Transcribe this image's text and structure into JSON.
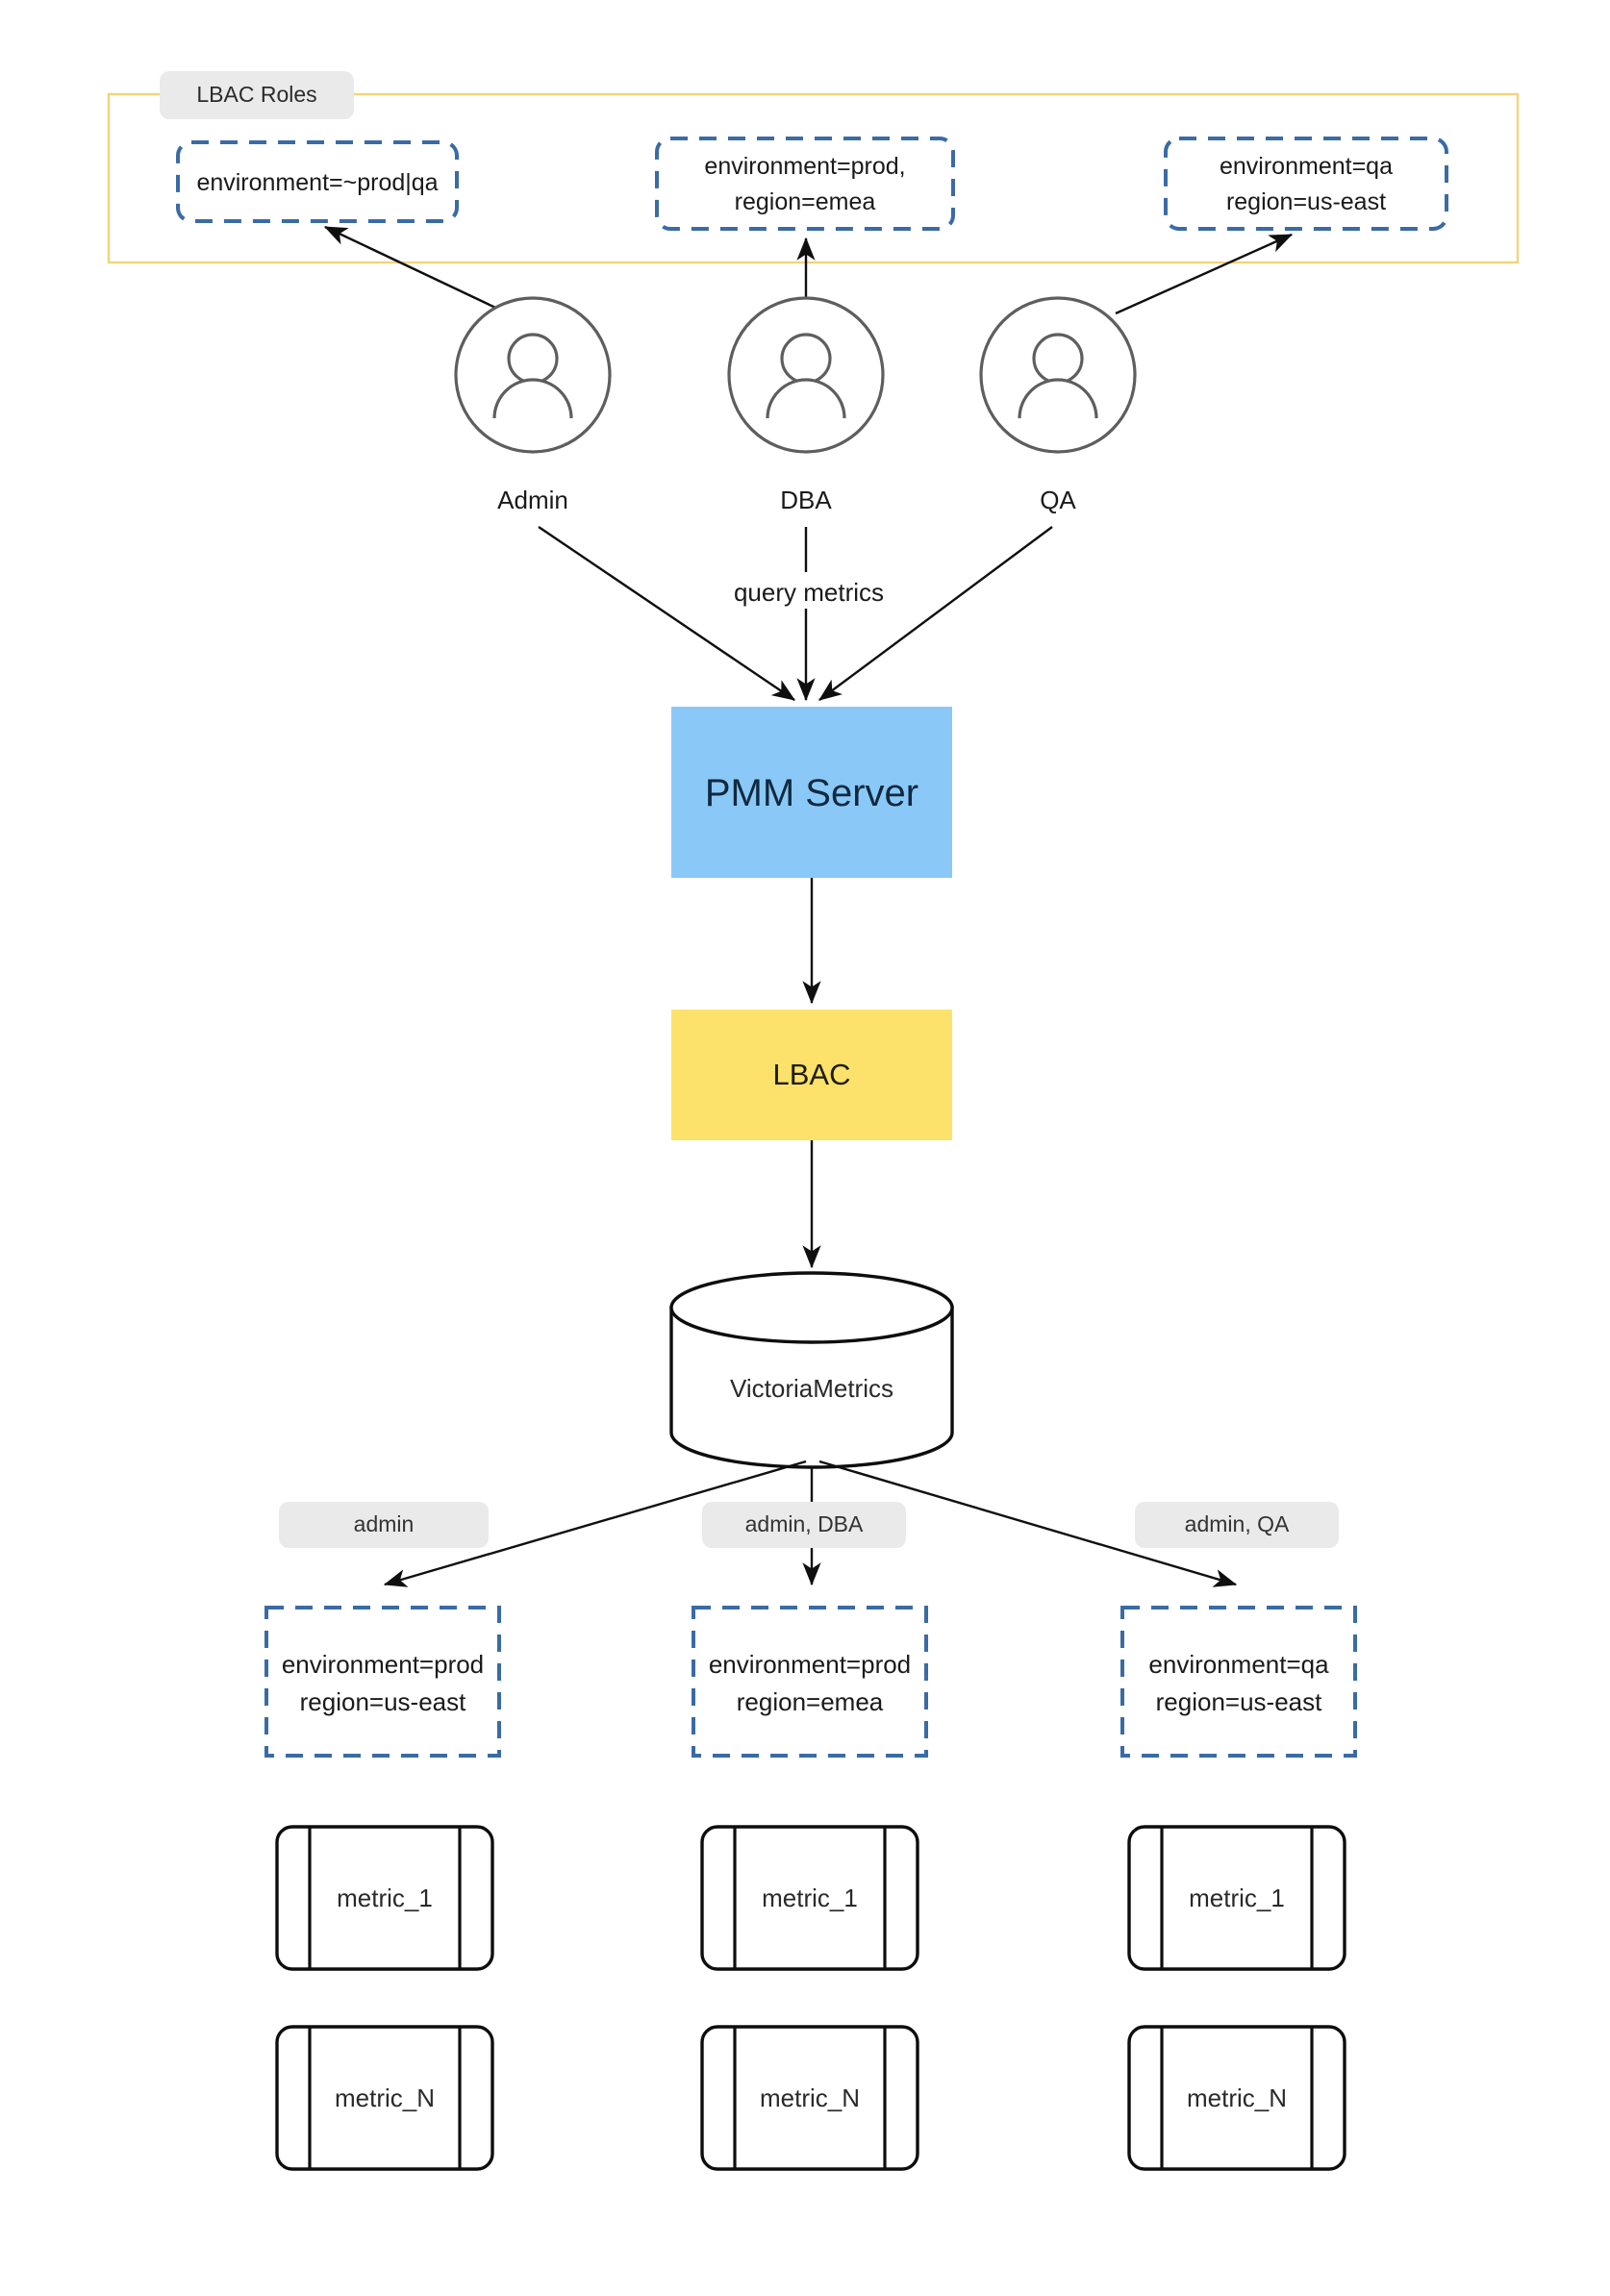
{
  "diagram": {
    "title_container": {
      "label": "LBAC Roles"
    },
    "roles": [
      {
        "name": "role-admin-filter",
        "line1": "environment=~prod|qa",
        "line2": ""
      },
      {
        "name": "role-dba-filter",
        "line1": "environment=prod,",
        "line2": "region=emea"
      },
      {
        "name": "role-qa-filter",
        "line1": "environment=qa",
        "line2": "region=us-east"
      }
    ],
    "actors": [
      {
        "label": "Admin"
      },
      {
        "label": "DBA"
      },
      {
        "label": "QA"
      }
    ],
    "edges": {
      "query_metrics": "query metrics"
    },
    "server": {
      "label": "PMM Server",
      "fill": "#8ac9f7"
    },
    "lbac": {
      "label": "LBAC",
      "fill": "#fce26a"
    },
    "datastore": {
      "label": "VictoriaMetrics"
    },
    "access_pills": [
      {
        "label": "admin"
      },
      {
        "label": "admin, DBA"
      },
      {
        "label": "admin, QA"
      }
    ],
    "result_filters": [
      {
        "line1": "environment=prod",
        "line2": "region=us-east"
      },
      {
        "line1": "environment=prod",
        "line2": "region=emea"
      },
      {
        "line1": "environment=qa",
        "line2": "region=us-east"
      }
    ],
    "metrics": [
      {
        "first": "metric_1",
        "last": "metric_N"
      },
      {
        "first": "metric_1",
        "last": "metric_N"
      },
      {
        "first": "metric_1",
        "last": "metric_N"
      }
    ],
    "colors": {
      "role_border": "#3a6ba5",
      "container_border": "#f2d479",
      "pill_bg": "#eaeaea",
      "actor_stroke": "#5e5e5e",
      "edge": "#0f0f0f"
    }
  }
}
